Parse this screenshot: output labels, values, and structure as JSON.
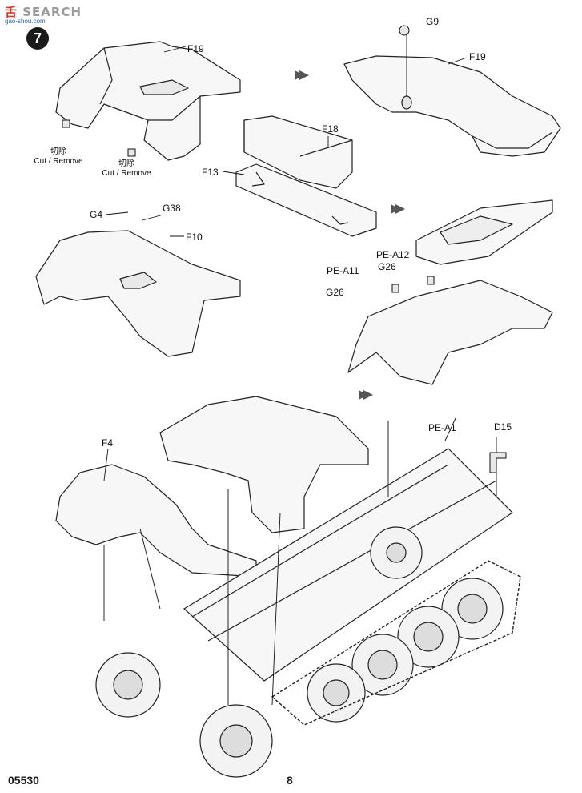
{
  "watermark": {
    "text_a": "舌",
    "text_b": "SEARCH",
    "sub": "gao-shou.com"
  },
  "step_number": "7",
  "labels": {
    "f19_a": "F19",
    "g9": "G9",
    "f19_b": "F19",
    "f18": "F18",
    "f13": "F13",
    "g4": "G4",
    "g38": "G38",
    "f10": "F10",
    "pe_a12": "PE-A12",
    "pe_a11": "PE-A11",
    "g26_a": "G26",
    "g26_b": "G26",
    "pe_a1": "PE-A1",
    "d15": "D15",
    "f4": "F4"
  },
  "cut_notes": [
    {
      "zh": "切除",
      "en": "Cut / Remove"
    },
    {
      "zh": "切除",
      "en": "Cut / Remove"
    }
  ],
  "footer": {
    "code": "05530",
    "page": "8"
  }
}
